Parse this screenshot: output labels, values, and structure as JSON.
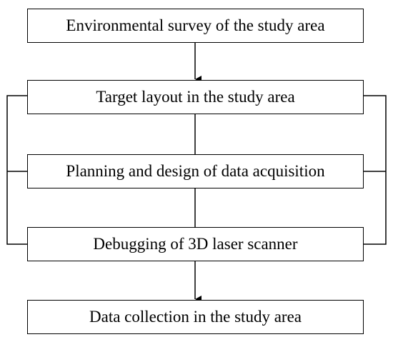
{
  "flowchart": {
    "steps": [
      "Environmental survey of the study area",
      "Target layout in the study area",
      "Planning and design of data acquisition",
      "Debugging of 3D laser scanner",
      "Data collection in the study area"
    ],
    "line_color": "#000000",
    "box_border_color": "#000000",
    "background_color": "#ffffff"
  }
}
